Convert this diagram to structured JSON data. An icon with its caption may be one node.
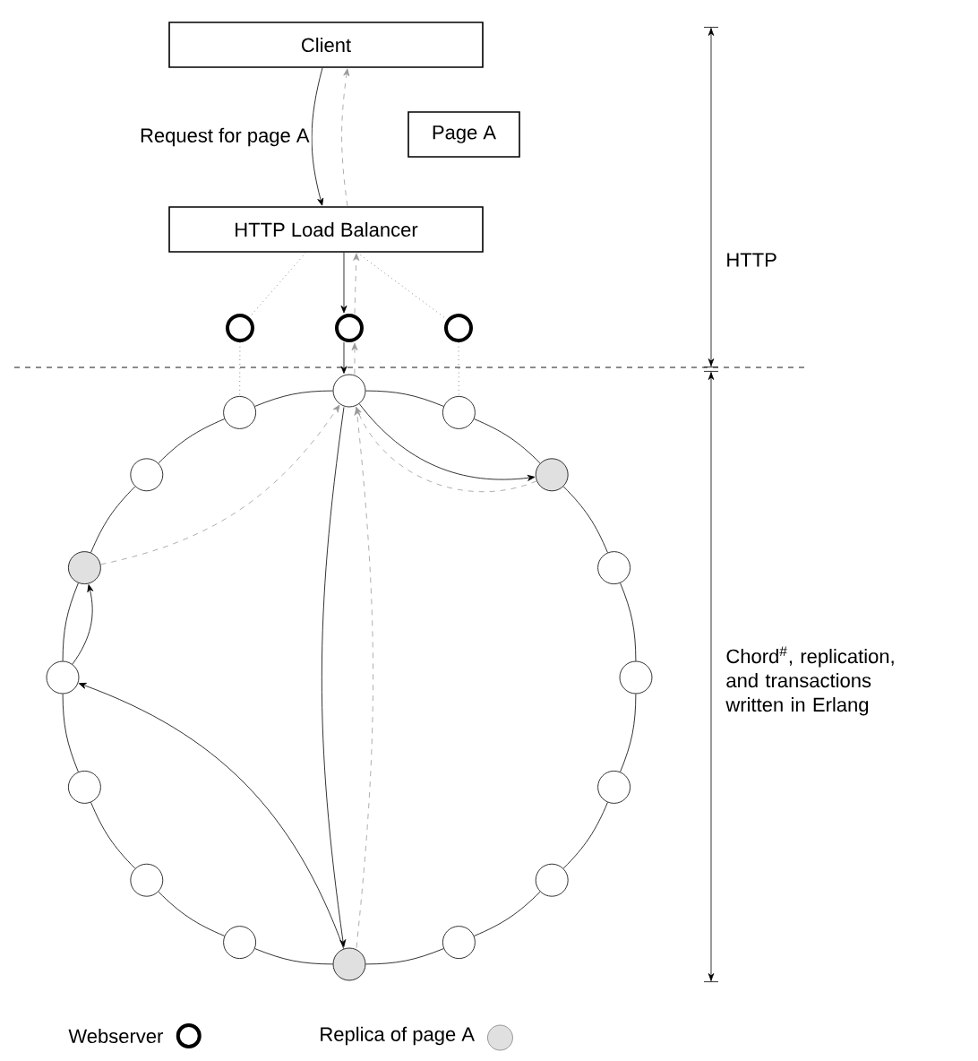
{
  "diagram": {
    "nodes": [
      {
        "text": [
          "Client"
        ]
      },
      {
        "text": [
          "Page A"
        ]
      },
      {
        "text": [
          "HTTP Load Balancer"
        ]
      },
      {
        "text": [],
        "shape": "circle"
      },
      {
        "text": [],
        "shape": "circle"
      },
      {
        "text": [],
        "shape": "circle"
      },
      {
        "text": [],
        "shape": "circle"
      },
      {
        "text": [],
        "shape": "circle"
      },
      {
        "text": [],
        "shape": "circle"
      },
      {
        "text": [],
        "shape": "circle"
      },
      {
        "text": [],
        "shape": "circle"
      },
      {
        "text": [],
        "shape": "circle"
      },
      {
        "text": [],
        "shape": "circle"
      },
      {
        "text": [],
        "shape": "circle"
      },
      {
        "text": [],
        "shape": "circle"
      },
      {
        "text": [],
        "shape": "circle"
      },
      {
        "text": [],
        "shape": "circle"
      },
      {
        "text": [],
        "shape": "circle"
      },
      {
        "text": [],
        "shape": "circle"
      },
      {
        "text": [],
        "shape": "circle"
      },
      {
        "text": [],
        "shape": "circle"
      },
      {
        "text": [],
        "shape": "circle"
      }
    ],
    "edges": [
      {
        "from": 0,
        "to": 2,
        "arrow": "to",
        "label": "Request for page A"
      },
      {
        "from": 2,
        "to": 0,
        "arrow": "to",
        "style": "dashed",
        "color": "#999999"
      },
      {
        "from": 2,
        "to": 3,
        "arrow": "none",
        "style": "dashed"
      },
      {
        "from": 2,
        "to": 4,
        "arrow": "to"
      },
      {
        "from": 2,
        "to": 5,
        "arrow": "none",
        "style": "dashed"
      },
      {
        "from": 4,
        "to": 2,
        "arrow": "to",
        "style": "dashed",
        "color": "#999999"
      },
      {
        "from": 3,
        "to": 21,
        "arrow": "none",
        "style": "dashed"
      },
      {
        "from": 4,
        "to": 6,
        "arrow": "to"
      },
      {
        "from": 6,
        "to": 4,
        "arrow": "to",
        "style": "dashed",
        "color": "#999999"
      },
      {
        "from": 5,
        "to": 7,
        "arrow": "none",
        "style": "dashed"
      },
      {
        "from": 6,
        "to": 8,
        "arrow": "to"
      },
      {
        "from": 6,
        "to": 14,
        "arrow": "to"
      },
      {
        "from": 14,
        "to": 18,
        "arrow": "to"
      },
      {
        "from": 18,
        "to": 19,
        "arrow": "to"
      },
      {
        "from": 8,
        "to": 6,
        "arrow": "to",
        "style": "dashed",
        "color": "#999999"
      },
      {
        "from": 14,
        "to": 6,
        "arrow": "to",
        "style": "dashed",
        "color": "#999999"
      },
      {
        "from": 19,
        "to": 6,
        "arrow": "to",
        "style": "dashed",
        "color": "#999999"
      },
      {
        "from": 6,
        "to": 7,
        "arrow": "none"
      },
      {
        "from": 7,
        "to": 8,
        "arrow": "none"
      },
      {
        "from": 8,
        "to": 9,
        "arrow": "none"
      },
      {
        "from": 9,
        "to": 10,
        "arrow": "none"
      },
      {
        "from": 10,
        "to": 11,
        "arrow": "none"
      },
      {
        "from": 11,
        "to": 12,
        "arrow": "none"
      },
      {
        "from": 12,
        "to": 13,
        "arrow": "none"
      },
      {
        "from": 13,
        "to": 14,
        "arrow": "none"
      },
      {
        "from": 14,
        "to": 15,
        "arrow": "none"
      },
      {
        "from": 15,
        "to": 16,
        "arrow": "none"
      },
      {
        "from": 16,
        "to": 17,
        "arrow": "none"
      },
      {
        "from": 17,
        "to": 18,
        "arrow": "none"
      },
      {
        "from": 18,
        "to": 19,
        "arrow": "none"
      },
      {
        "from": 19,
        "to": 20,
        "arrow": "none"
      },
      {
        "from": 20,
        "to": 21,
        "arrow": "none"
      },
      {
        "from": 21,
        "to": 6,
        "arrow": "none"
      }
    ],
    "labels": [
      "HTTP",
      "Chord$^{#}$, replication, and transactions written in Erlang"
    ],
    "legend": [
      {
        "text": "Webserver"
      },
      {
        "text": "Replica of page A"
      }
    ]
  }
}
